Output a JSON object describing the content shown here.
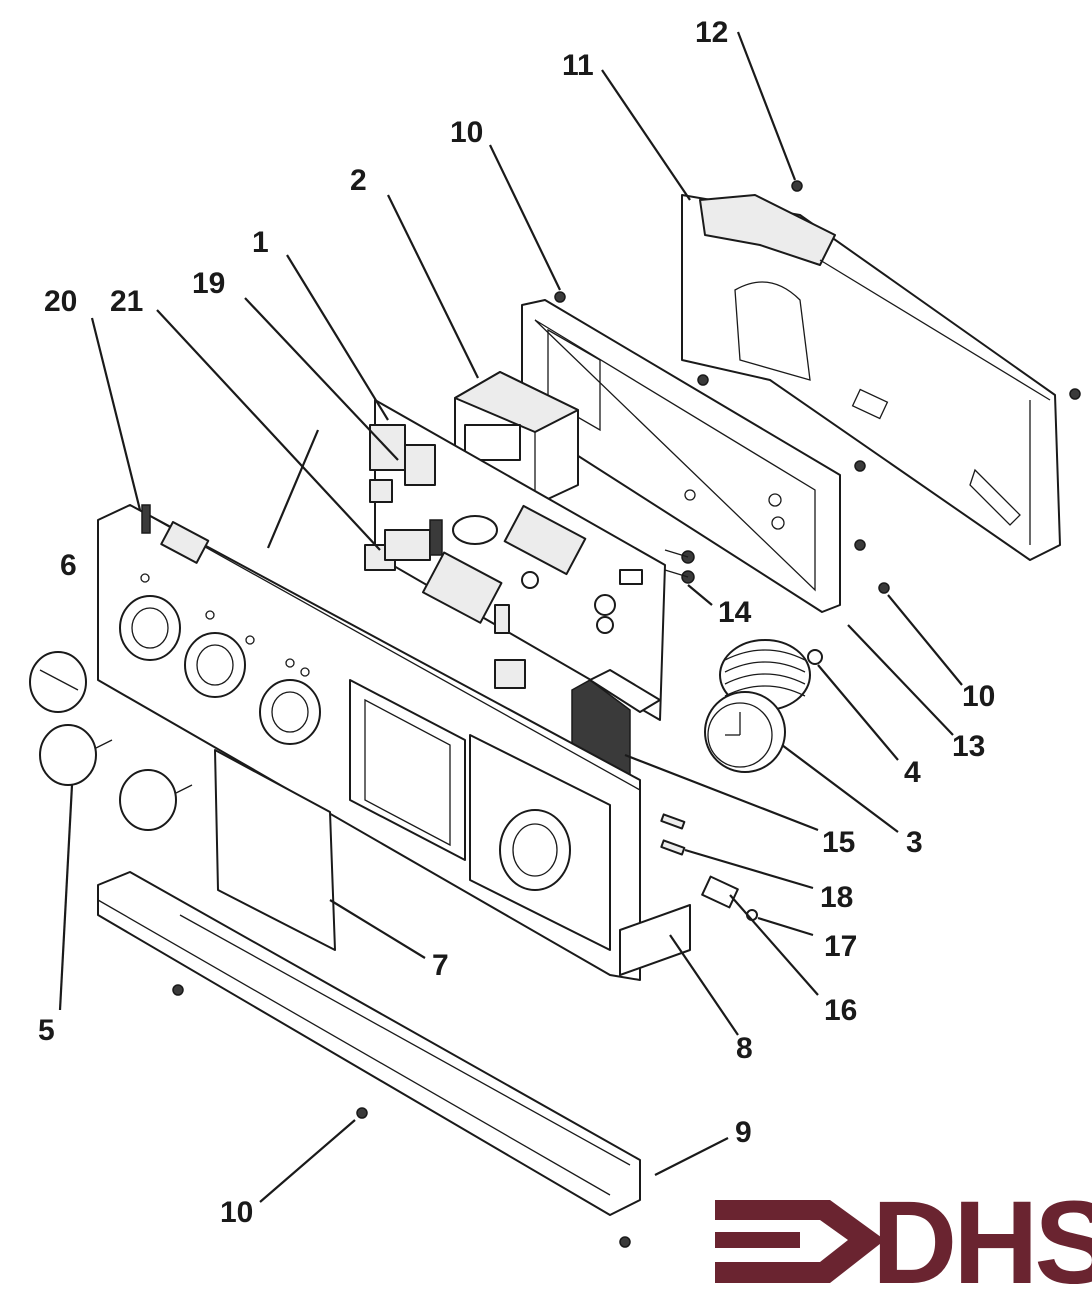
{
  "logo": {
    "text": "DHS",
    "color": "#6a2430"
  },
  "callouts": [
    {
      "id": "c12",
      "label": "12"
    },
    {
      "id": "c11",
      "label": "11"
    },
    {
      "id": "c10a",
      "label": "10"
    },
    {
      "id": "c2",
      "label": "2"
    },
    {
      "id": "c1",
      "label": "1"
    },
    {
      "id": "c19",
      "label": "19"
    },
    {
      "id": "c20",
      "label": "20"
    },
    {
      "id": "c21",
      "label": "21"
    },
    {
      "id": "c6",
      "label": "6"
    },
    {
      "id": "c14",
      "label": "14"
    },
    {
      "id": "c10b",
      "label": "10"
    },
    {
      "id": "c13",
      "label": "13"
    },
    {
      "id": "c4",
      "label": "4"
    },
    {
      "id": "c15",
      "label": "15"
    },
    {
      "id": "c3",
      "label": "3"
    },
    {
      "id": "c18",
      "label": "18"
    },
    {
      "id": "c17",
      "label": "17"
    },
    {
      "id": "c7",
      "label": "7"
    },
    {
      "id": "c16",
      "label": "16"
    },
    {
      "id": "c5",
      "label": "5"
    },
    {
      "id": "c8",
      "label": "8"
    },
    {
      "id": "c9",
      "label": "9"
    },
    {
      "id": "c10c",
      "label": "10"
    }
  ]
}
